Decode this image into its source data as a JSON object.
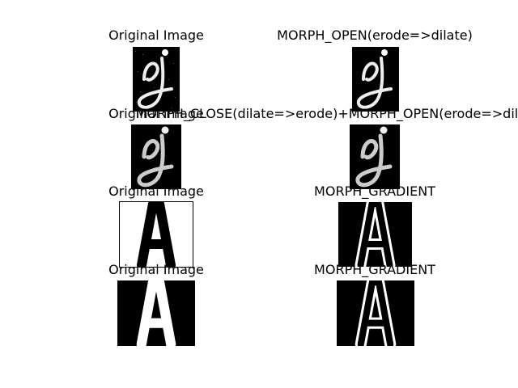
{
  "figure": {
    "rows": [
      {
        "left": {
          "title": "Original Image",
          "image": "cursive-j-noisy-icon"
        },
        "right": {
          "title": "MORPH_OPEN(erode=>dilate)",
          "image": "cursive-j-opened-icon"
        }
      },
      {
        "left": {
          "title": "Original Image",
          "image": "cursive-j-holes-icon"
        },
        "right": {
          "title": "MORPH_CLOSE(dilate=>erode)+MORPH_OPEN(erode=>dilate)",
          "image": "cursive-j-closed-icon"
        }
      },
      {
        "left": {
          "title": "Original Image",
          "image": "letter-a-black-on-white-icon"
        },
        "right": {
          "title": "MORPH_GRADIENT",
          "image": "letter-a-outline-icon"
        }
      },
      {
        "left": {
          "title": "Original Image",
          "image": "letter-a-white-on-black-icon"
        },
        "right": {
          "title": "MORPH_GRADIENT",
          "image": "letter-a-outline-icon"
        }
      }
    ]
  }
}
